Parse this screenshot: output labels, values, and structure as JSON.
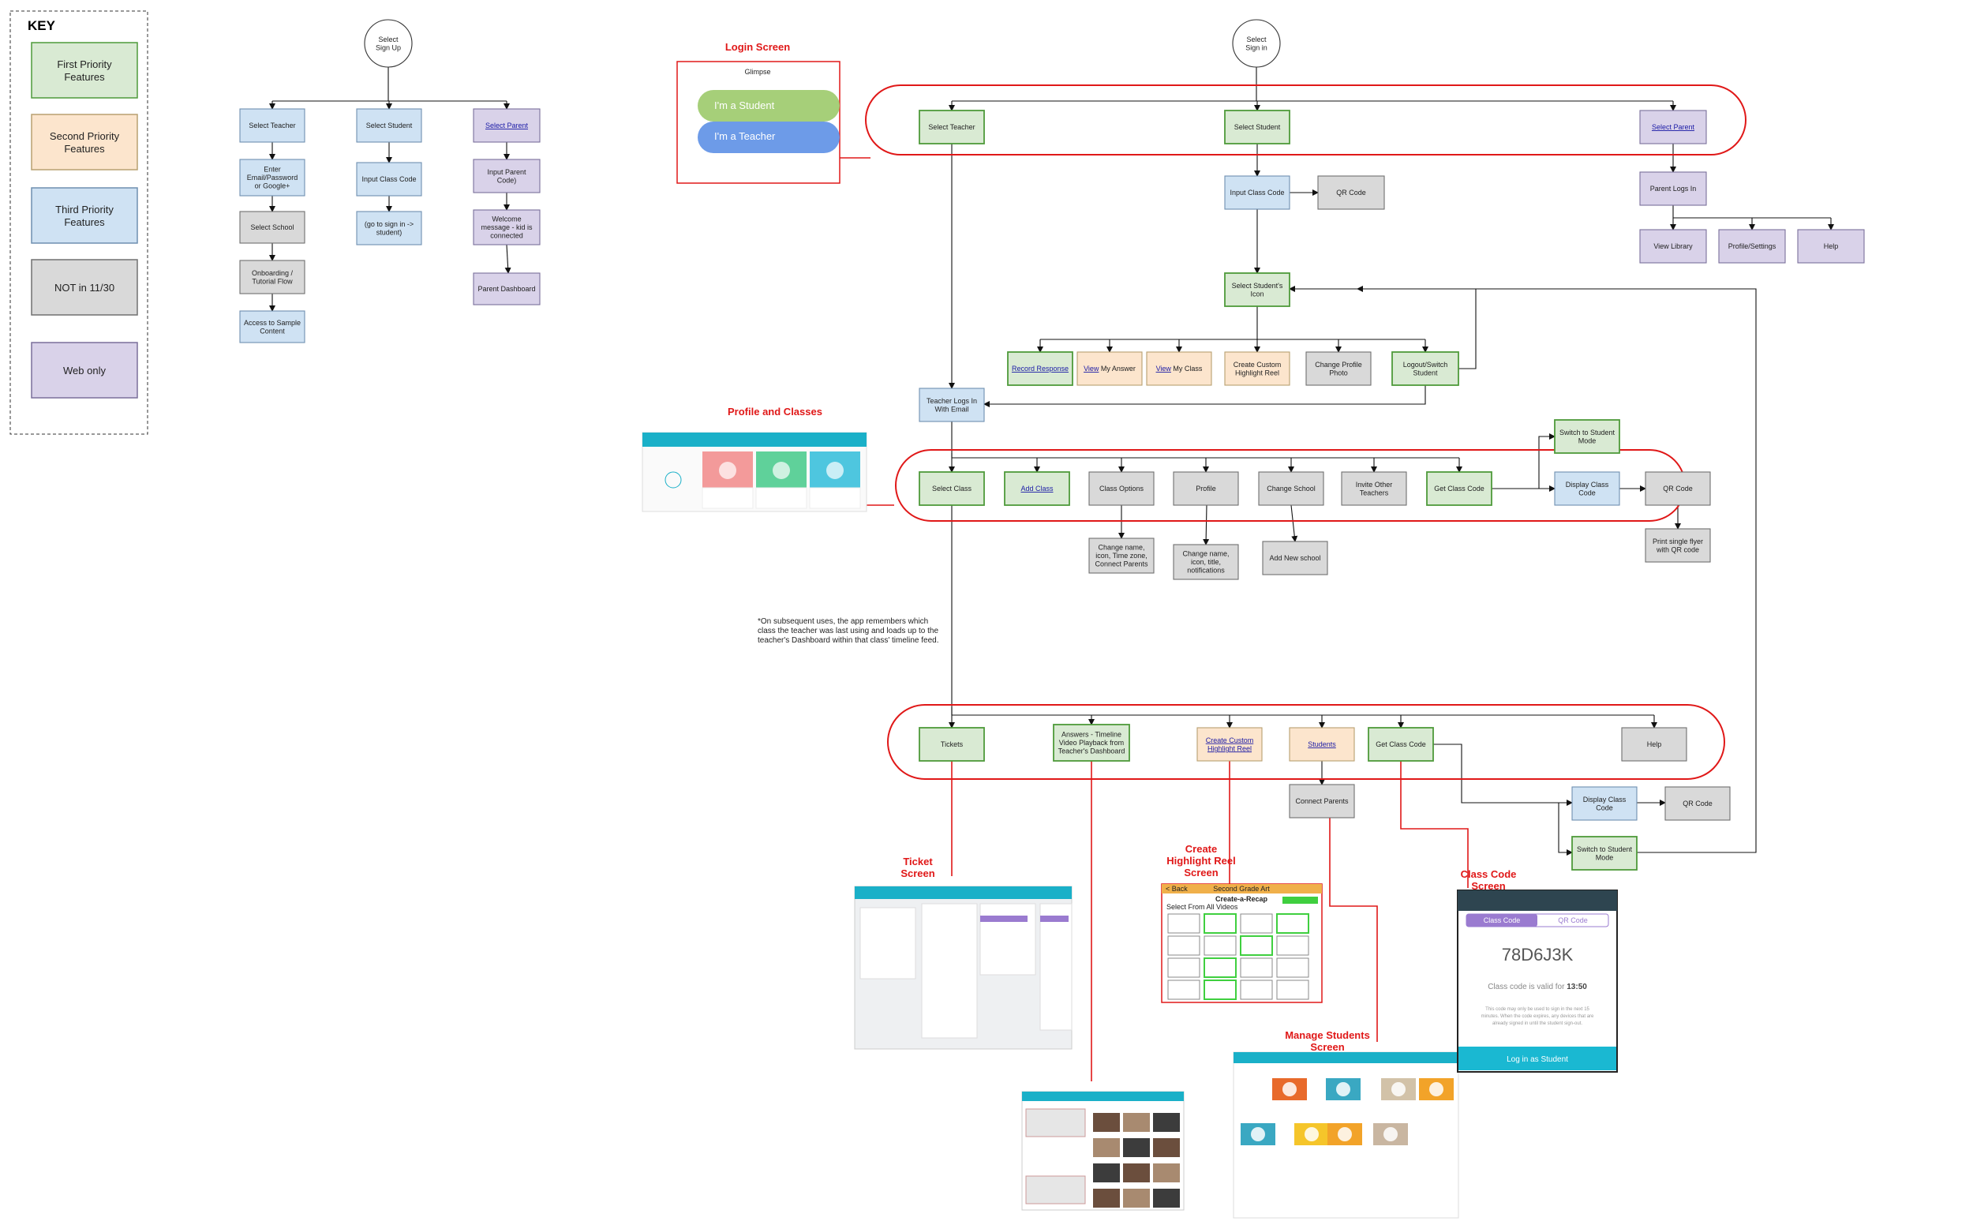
{
  "colors": {
    "first": "#d9ead3",
    "first_border": "#4e9a3a",
    "second": "#fce5cd",
    "second_border": "#b8a070",
    "third": "#cfe2f3",
    "third_border": "#6f8fb0",
    "not": "#d9d9d9",
    "not_border": "#707070",
    "web": "#d9d2e9",
    "web_border": "#7a6f9a",
    "plain": "#ffffff",
    "plain_border": "#333333",
    "accent_red": "#e01818",
    "teal": "#1ab0c8"
  },
  "key": {
    "title": "KEY",
    "items": [
      {
        "id": "key-first",
        "label": [
          "First Priority",
          "Features"
        ],
        "kind": "first"
      },
      {
        "id": "key-second",
        "label": [
          "Second Priority",
          "Features"
        ],
        "kind": "second"
      },
      {
        "id": "key-third",
        "label": [
          "Third Priority",
          "Features"
        ],
        "kind": "third"
      },
      {
        "id": "key-not",
        "label": [
          "NOT in 11/30"
        ],
        "kind": "not"
      },
      {
        "id": "key-web",
        "label": [
          "Web only"
        ],
        "kind": "web"
      }
    ]
  },
  "nodes": [
    {
      "id": "select-sign-up",
      "label": [
        "Select",
        "Sign Up"
      ],
      "kind": "plain",
      "shape": "circle"
    },
    {
      "id": "su-select-teacher",
      "label": [
        "Select Teacher"
      ],
      "kind": "third"
    },
    {
      "id": "su-select-student",
      "label": [
        "Select Student"
      ],
      "kind": "third"
    },
    {
      "id": "su-select-parent",
      "label": [
        "Select Parent"
      ],
      "kind": "web",
      "link": true
    },
    {
      "id": "su-enter-email",
      "label": [
        "Enter",
        "Email/Password",
        "or Google+"
      ],
      "kind": "third"
    },
    {
      "id": "su-select-school",
      "label": [
        "Select School"
      ],
      "kind": "not"
    },
    {
      "id": "su-onboarding",
      "label": [
        "Onboarding /",
        "Tutorial Flow"
      ],
      "kind": "not"
    },
    {
      "id": "su-sample-content",
      "label": [
        "Access to Sample",
        "Content"
      ],
      "kind": "third"
    },
    {
      "id": "su-input-class-code",
      "label": [
        "Input Class Code"
      ],
      "kind": "third"
    },
    {
      "id": "su-go-to-sign-in",
      "label": [
        "(go to sign in ->",
        "student)"
      ],
      "kind": "third"
    },
    {
      "id": "su-input-parent-code",
      "label": [
        "Input Parent",
        "Code)"
      ],
      "kind": "web"
    },
    {
      "id": "su-welcome",
      "label": [
        "Welcome",
        "message - kid is",
        "connected"
      ],
      "kind": "web"
    },
    {
      "id": "su-parent-dashboard",
      "label": [
        "Parent Dashboard"
      ],
      "kind": "web"
    },
    {
      "id": "select-sign-in",
      "label": [
        "Select",
        "Sign in"
      ],
      "kind": "plain",
      "shape": "circle"
    },
    {
      "id": "si-select-teacher",
      "label": [
        "Select Teacher"
      ],
      "kind": "first"
    },
    {
      "id": "si-select-student",
      "label": [
        "Select Student"
      ],
      "kind": "first"
    },
    {
      "id": "si-select-parent",
      "label": [
        "Select Parent"
      ],
      "kind": "web",
      "link": true
    },
    {
      "id": "si-input-class-code",
      "label": [
        "Input Class Code"
      ],
      "kind": "third"
    },
    {
      "id": "si-qr-code",
      "label": [
        "QR Code"
      ],
      "kind": "not"
    },
    {
      "id": "si-parent-logs-in",
      "label": [
        "Parent Logs In"
      ],
      "kind": "web"
    },
    {
      "id": "si-view-library",
      "label": [
        "View Library"
      ],
      "kind": "web"
    },
    {
      "id": "si-profile-settings",
      "label": [
        "Profile/Settings"
      ],
      "kind": "web"
    },
    {
      "id": "si-help",
      "label": [
        "Help"
      ],
      "kind": "web"
    },
    {
      "id": "si-select-student-icon",
      "label": [
        "Select Student's",
        "Icon"
      ],
      "kind": "first"
    },
    {
      "id": "si-record-response",
      "label": [
        "Record Response"
      ],
      "kind": "first",
      "link": true
    },
    {
      "id": "si-view-my-answer",
      "label": [
        "View My Answer"
      ],
      "kind": "second",
      "partlink": "View"
    },
    {
      "id": "si-view-my-class",
      "label": [
        "View My Class"
      ],
      "kind": "second",
      "partlink": "View"
    },
    {
      "id": "si-custom-highlight",
      "label": [
        "Create Custom",
        "Highlight Reel"
      ],
      "kind": "second"
    },
    {
      "id": "si-change-profile-photo",
      "label": [
        "Change Profile",
        "Photo"
      ],
      "kind": "not"
    },
    {
      "id": "si-logout-switch",
      "label": [
        "Logout/Switch",
        "Student"
      ],
      "kind": "first"
    },
    {
      "id": "teacher-logs-in",
      "label": [
        "Teacher Logs In",
        "With Email"
      ],
      "kind": "third"
    },
    {
      "id": "select-class",
      "label": [
        "Select Class"
      ],
      "kind": "first"
    },
    {
      "id": "add-class",
      "label": [
        "Add Class"
      ],
      "kind": "first",
      "link": true
    },
    {
      "id": "class-options",
      "label": [
        "Class Options"
      ],
      "kind": "not"
    },
    {
      "id": "profile",
      "label": [
        "Profile"
      ],
      "kind": "not"
    },
    {
      "id": "change-school",
      "label": [
        "Change School"
      ],
      "kind": "not"
    },
    {
      "id": "invite-other-teachers",
      "label": [
        "Invite Other",
        "Teachers"
      ],
      "kind": "not"
    },
    {
      "id": "get-class-code-1",
      "label": [
        "Get Class Code"
      ],
      "kind": "first"
    },
    {
      "id": "switch-student-mode-1",
      "label": [
        "Switch to Student",
        "Mode"
      ],
      "kind": "first"
    },
    {
      "id": "display-class-code-1",
      "label": [
        "Display Class",
        "Code"
      ],
      "kind": "third"
    },
    {
      "id": "qr-code-2",
      "label": [
        "QR Code"
      ],
      "kind": "not"
    },
    {
      "id": "print-flyer",
      "label": [
        "Print single flyer",
        "with QR code"
      ],
      "kind": "not"
    },
    {
      "id": "change-name-icon",
      "label": [
        "Change name,",
        "icon, Time zone,",
        "Connect Parents"
      ],
      "kind": "not"
    },
    {
      "id": "change-name-title",
      "label": [
        "Change name,",
        "icon, title,",
        "notifications"
      ],
      "kind": "not"
    },
    {
      "id": "add-new-school",
      "label": [
        "Add New school"
      ],
      "kind": "not"
    },
    {
      "id": "tickets",
      "label": [
        "Tickets"
      ],
      "kind": "first"
    },
    {
      "id": "answers-timeline",
      "label": [
        "Answers - Timeline",
        "Video Playback from",
        "Teacher's Dashboard"
      ],
      "kind": "first"
    },
    {
      "id": "create-highlight-reel",
      "label": [
        "Create Custom",
        "Highlight Reel"
      ],
      "kind": "second",
      "link": true
    },
    {
      "id": "students",
      "label": [
        "Students"
      ],
      "kind": "second",
      "link": true
    },
    {
      "id": "get-class-code-2",
      "label": [
        "Get Class Code"
      ],
      "kind": "first"
    },
    {
      "id": "help-2",
      "label": [
        "Help"
      ],
      "kind": "not"
    },
    {
      "id": "connect-parents",
      "label": [
        "Connect Parents"
      ],
      "kind": "not"
    },
    {
      "id": "display-class-code-2",
      "label": [
        "Display Class",
        "Code"
      ],
      "kind": "third"
    },
    {
      "id": "qr-code-3",
      "label": [
        "QR Code"
      ],
      "kind": "not"
    },
    {
      "id": "switch-student-mode-2",
      "label": [
        "Switch to Student",
        "Mode"
      ],
      "kind": "first"
    }
  ],
  "sections": {
    "login": "Login Screen",
    "profile": "Profile and Classes",
    "ticket": [
      "Ticket",
      "Screen"
    ],
    "highlight": [
      "Create",
      "Highlight Reel",
      "Screen"
    ],
    "manage": [
      "Manage Students",
      "Screen"
    ],
    "classcode": [
      "Class Code",
      "Screen"
    ]
  },
  "note": [
    "*On subsequent uses, the app remembers which",
    "class the teacher was last using and loads up to the",
    "teacher's Dashboard within that class' timeline feed."
  ],
  "login_mock": {
    "brand": "Glimpse",
    "student_btn": "I'm a Student",
    "teacher_btn": "I'm a Teacher"
  },
  "highlight_mock": {
    "back": "< Back",
    "class_name": "Second Grade Art",
    "title": "Create-a-Recap",
    "subtitle": "Select From All Videos"
  },
  "classcode_mock": {
    "tab1": "Class Code",
    "tab2": "QR Code",
    "code": "78D6J3K",
    "valid_prefix": "Class code is valid for ",
    "valid_time": "13:50",
    "fine_print": [
      "This code may only be used to sign in the next 15",
      "minutes. When the code expires, any devices that are",
      "already signed in until the student sign-out."
    ],
    "button": "Log in as Student"
  }
}
